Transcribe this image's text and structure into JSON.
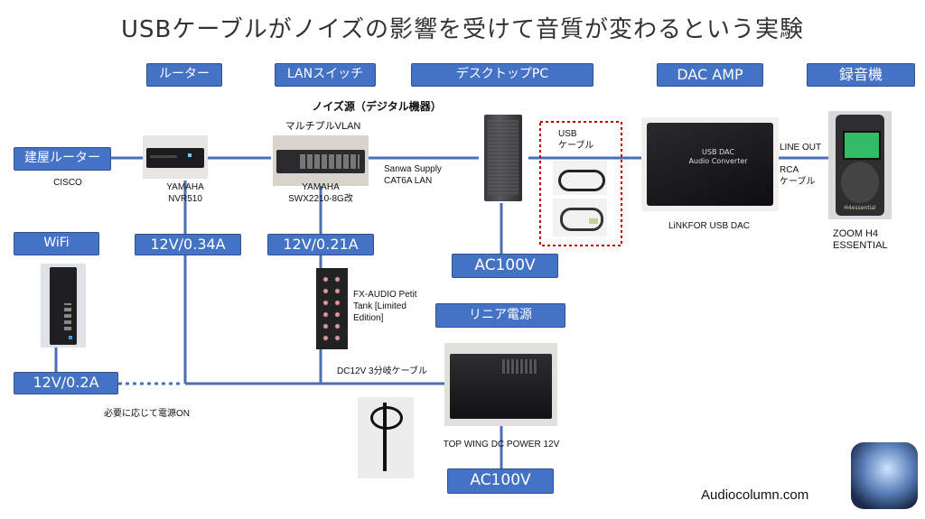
{
  "title": "USBケーブルがノイズの影響を受けて音質が変わるという実験",
  "headers": {
    "router": "ルーター",
    "lan_switch": "LANスイッチ",
    "desktop_pc": "デスクトップPC",
    "dac_amp": "DAC AMP",
    "recorder": "録音機",
    "building_router": "建屋ルーター",
    "wifi": "WiFi",
    "linear_psu": "リニア電源"
  },
  "power": {
    "router": "12V/0.34A",
    "switch": "12V/0.21A",
    "wifi": "12V/0.2A",
    "pc_ac": "AC100V",
    "psu_ac": "AC100V"
  },
  "captions": {
    "cisco": "CISCO",
    "router_model_1": "YAMAHA",
    "router_model_2": "NVR510",
    "switch_model_1": "YAMAHA",
    "switch_model_2": "SWX2210-8G改",
    "noise_source": "ノイズ源（デジタル機器）",
    "multiple_vlan": "マルチプルVLAN",
    "lan_cable_1": "Sanwa Supply",
    "lan_cable_2": "CAT6A LAN",
    "usb_cable_1": "USB",
    "usb_cable_2": "ケーブル",
    "dac_model": "LiNKFOR USB DAC",
    "line_out": "LINE OUT",
    "rca_1": "RCA",
    "rca_2": "ケーブル",
    "recorder_model_1": "ZOOM H4",
    "recorder_model_2": "ESSENTIAL",
    "fx_1": "FX-AUDIO Petit",
    "fx_2": "Tank [Limited",
    "fx_3": "Edition]",
    "dc_cable": "DC12V 3分岐ケーブル",
    "on_demand": "必要に応じて電源ON",
    "psu_model": "TOP WING DC POWER 12V",
    "site": "Audiocolumn.com"
  },
  "device_text": {
    "dac_label_1": "USB DAC",
    "dac_label_2": "Audio Converter",
    "recorder_brand": "H4essential"
  },
  "colors": {
    "label_fill": "#4472c4",
    "line": "#4a6fb5",
    "highlight": "#c00000"
  }
}
